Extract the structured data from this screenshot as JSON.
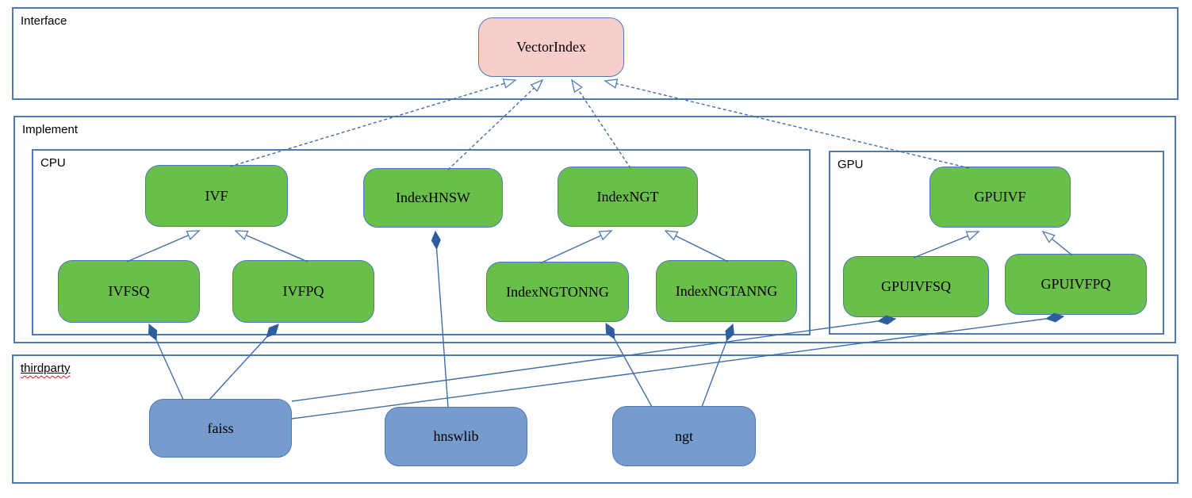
{
  "colors": {
    "container_border": "#4f7ab3",
    "node_border": "#4d7ab8",
    "interface_node_fill": "#f8cecc",
    "implement_node_fill": "#6abf4a",
    "thirdparty_node_fill": "#769bcd",
    "connector": "#3f6ea8",
    "composition_diamond": "#2e5e9e",
    "spellcheck_underline": "#d02020",
    "text": "#000000"
  },
  "containers": {
    "interface": {
      "label": "Interface"
    },
    "implement": {
      "label": "Implement"
    },
    "cpu": {
      "label": "CPU"
    },
    "gpu": {
      "label": "GPU"
    },
    "thirdparty": {
      "label": "thirdparty"
    }
  },
  "nodes": {
    "vectorindex": {
      "label": "VectorIndex",
      "group": "interface"
    },
    "ivf": {
      "label": "IVF",
      "group": "cpu"
    },
    "indexhnsw": {
      "label": "IndexHNSW",
      "group": "cpu"
    },
    "indexngt": {
      "label": "IndexNGT",
      "group": "cpu"
    },
    "ivfsq": {
      "label": "IVFSQ",
      "group": "cpu"
    },
    "ivfpq": {
      "label": "IVFPQ",
      "group": "cpu"
    },
    "indexngtonng": {
      "label": "IndexNGTONNG",
      "group": "cpu"
    },
    "indexngtanng": {
      "label": "IndexNGTANNG",
      "group": "cpu"
    },
    "gpuivf": {
      "label": "GPUIVF",
      "group": "gpu"
    },
    "gpuivfsq": {
      "label": "GPUIVFSQ",
      "group": "gpu"
    },
    "gpuivfpq": {
      "label": "GPUIVFPQ",
      "group": "gpu"
    },
    "faiss": {
      "label": "faiss",
      "group": "thirdparty"
    },
    "hnswlib": {
      "label": "hnswlib",
      "group": "thirdparty"
    },
    "ngt": {
      "label": "ngt",
      "group": "thirdparty"
    }
  },
  "relationships": {
    "realizes_dashed_hollow_arrow": [
      {
        "from": "IVF",
        "to": "VectorIndex"
      },
      {
        "from": "IndexHNSW",
        "to": "VectorIndex"
      },
      {
        "from": "IndexNGT",
        "to": "VectorIndex"
      },
      {
        "from": "GPUIVF",
        "to": "VectorIndex"
      }
    ],
    "inherits_solid_hollow_arrow": [
      {
        "from": "IVFSQ",
        "to": "IVF"
      },
      {
        "from": "IVFPQ",
        "to": "IVF"
      },
      {
        "from": "IndexNGTONNG",
        "to": "IndexNGT"
      },
      {
        "from": "IndexNGTANNG",
        "to": "IndexNGT"
      },
      {
        "from": "GPUIVFSQ",
        "to": "GPUIVF"
      },
      {
        "from": "GPUIVFPQ",
        "to": "GPUIVF"
      }
    ],
    "composition_filled_diamond": [
      {
        "from": "faiss",
        "to": "IVFSQ"
      },
      {
        "from": "faiss",
        "to": "IVFPQ"
      },
      {
        "from": "faiss",
        "to": "GPUIVFSQ"
      },
      {
        "from": "faiss",
        "to": "GPUIVFPQ"
      },
      {
        "from": "hnswlib",
        "to": "IndexHNSW"
      },
      {
        "from": "ngt",
        "to": "IndexNGTONNG"
      },
      {
        "from": "ngt",
        "to": "IndexNGTANNG"
      }
    ]
  }
}
